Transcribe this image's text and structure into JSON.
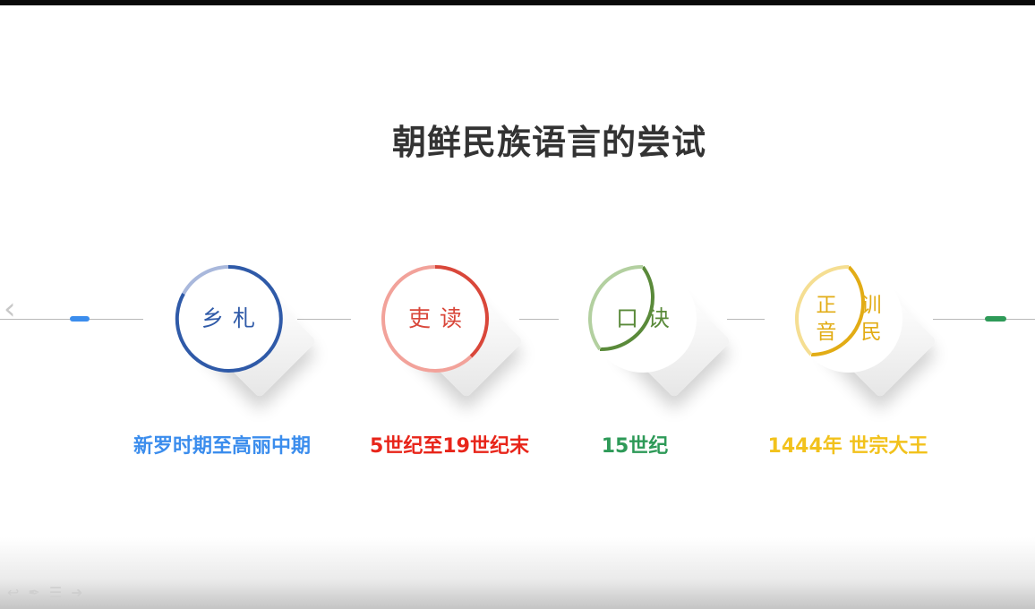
{
  "slide": {
    "title": "朝鲜民族语言的尝试",
    "nodes": [
      {
        "label": "乡札",
        "caption": "新罗时期至高丽中期",
        "color": "#2f5aa8",
        "light_color": "#a9b8dc",
        "caption_color": "#3b8ded"
      },
      {
        "label": "吏读",
        "caption": "5世纪至19世纪末",
        "color": "#d9473a",
        "light_color": "#f2a29a",
        "caption_color": "#e8251a"
      },
      {
        "label": "口诀",
        "caption": "15世纪",
        "color": "#5a8a3a",
        "light_color": "#b3d0a0",
        "caption_color": "#2e9a58"
      },
      {
        "label": "训民正音",
        "label_line1": "正 训",
        "label_line2": "音 民",
        "caption": "1444年 世宗大王",
        "color": "#e2ac15",
        "light_color": "#f5de92",
        "caption_color": "#f2c21c"
      }
    ]
  },
  "icons": {
    "prev": "chevron-left-icon",
    "controls": [
      "undo-icon",
      "pen-icon",
      "menu-icon",
      "arrow-right-icon"
    ]
  }
}
